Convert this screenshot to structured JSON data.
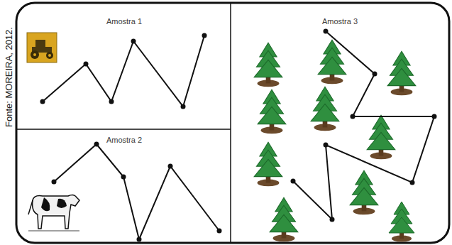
{
  "diagram": {
    "nodes": [
      {
        "text": [
          "Amostra 1"
        ]
      },
      {
        "text": [
          "Amostra 2"
        ]
      },
      {
        "text": [
          "Amostra 3"
        ]
      }
    ],
    "labels": [
      "Fonte: MOREIRA, 2012."
    ]
  }
}
